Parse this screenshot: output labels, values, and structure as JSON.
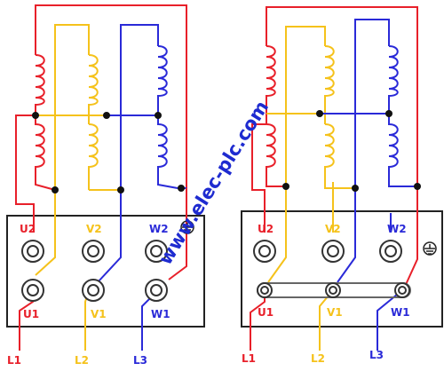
{
  "colors": {
    "phase_u": "#e8202a",
    "phase_v": "#f5c21b",
    "phase_w": "#2a2ad8",
    "box": "#222222",
    "watermark": "#1e2bd0",
    "link": "#666666"
  },
  "watermark": {
    "text": "www.elec-plc.com"
  },
  "left_diagram": {
    "terminals": {
      "u2": "U2",
      "v2": "V2",
      "w2": "W2",
      "u1": "U1",
      "v1": "V1",
      "w1": "W1"
    },
    "lines": {
      "l1": "L1",
      "l2": "L2",
      "l3": "L3"
    },
    "ground_icon": "ground-icon"
  },
  "right_diagram": {
    "terminals": {
      "u2": "U2",
      "v2": "V2",
      "w2": "W2",
      "u1": "U1",
      "v1": "V1",
      "w1": "W1"
    },
    "lines": {
      "l1": "L1",
      "l2": "L2",
      "l3": "L3"
    },
    "ground_icon": "ground-icon"
  }
}
